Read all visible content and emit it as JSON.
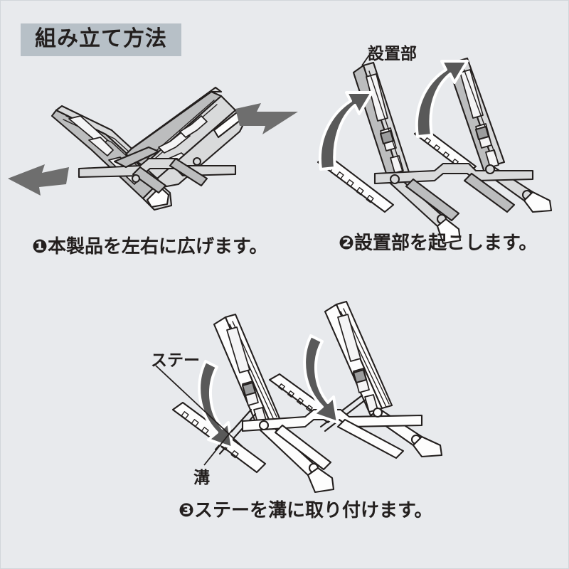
{
  "page": {
    "background_color": "#e8eaed",
    "title": "組み立て方法",
    "title_banner_color": "#b7c0c7",
    "text_color": "#231f1e"
  },
  "steps": [
    {
      "number": "❶",
      "caption": "❶本製品を左右に広げます。",
      "figure_name": "laptop-stand-folded-flat",
      "arrows": [
        {
          "name": "arrow-expand-left",
          "direction": "left-down",
          "style": "straight",
          "color": "#6e6e6e"
        },
        {
          "name": "arrow-expand-right",
          "direction": "right-up",
          "style": "straight",
          "color": "#6e6e6e"
        }
      ]
    },
    {
      "number": "❷",
      "caption": "❷設置部を起こします。",
      "figure_name": "laptop-stand-panels-raised",
      "arrows": [
        {
          "name": "arrow-lift-left",
          "direction": "up",
          "style": "curved",
          "color": "#595959"
        },
        {
          "name": "arrow-lift-right",
          "direction": "up",
          "style": "curved",
          "color": "#595959"
        }
      ]
    },
    {
      "number": "❸",
      "caption": "❸ステーを溝に取り付けます。",
      "figure_name": "laptop-stand-stay-into-groove",
      "arrows": [
        {
          "name": "arrow-stay-left",
          "direction": "down",
          "style": "curved",
          "color": "#595959"
        },
        {
          "name": "arrow-stay-right",
          "direction": "down",
          "style": "curved",
          "color": "#595959"
        }
      ]
    }
  ],
  "callouts": [
    {
      "name": "callout-setchibu",
      "label": "設置部",
      "target": "top panel of stand",
      "step": 2
    },
    {
      "name": "callout-stay",
      "label": "ステー",
      "target": "support stay bar",
      "step": 3
    },
    {
      "name": "callout-mizo",
      "label": "溝",
      "target": "notched groove strip",
      "step": 3
    }
  ]
}
